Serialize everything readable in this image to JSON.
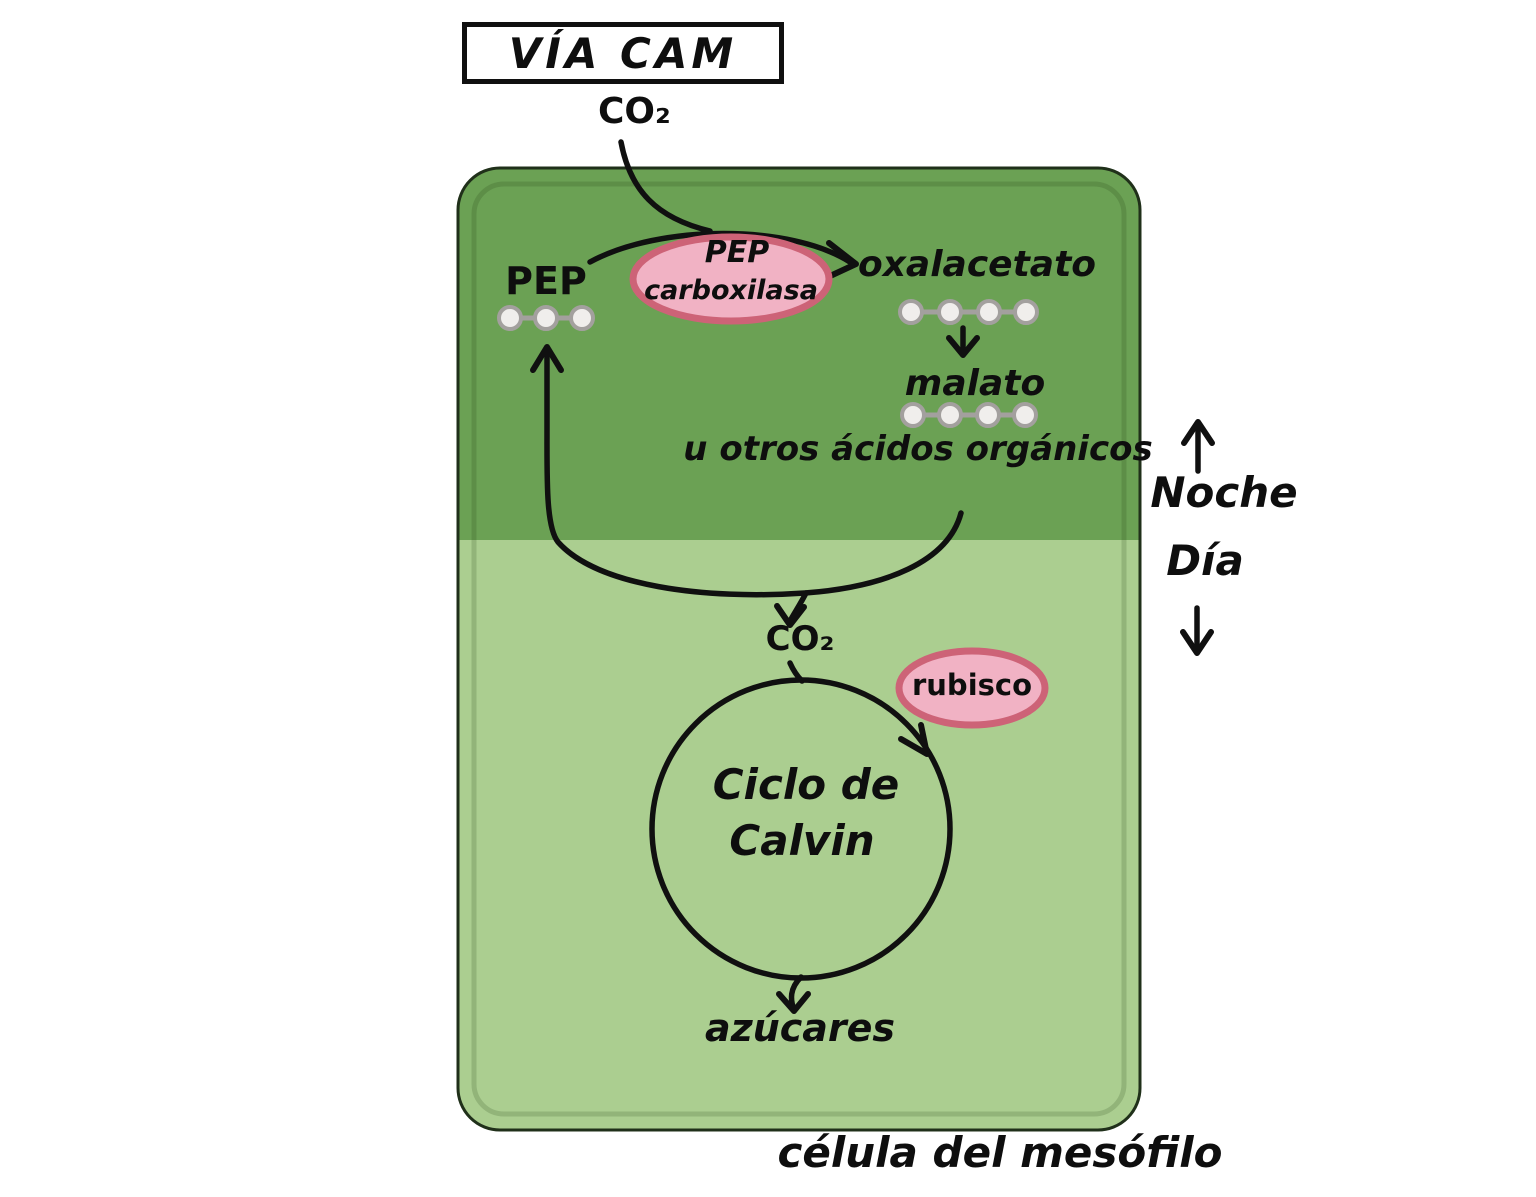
{
  "diagram": {
    "title": "VÍA CAM",
    "footer_label": "célula del mesófilo",
    "timeline": {
      "night": "Noche",
      "day": "Día"
    },
    "molecules": {
      "co2_external": "CO₂",
      "pep": "PEP",
      "oxaloacetate": "oxalacetato",
      "malate": "malato",
      "other_acids": "u otros ácidos orgánicos",
      "co2_internal": "CO₂",
      "sugars": "azúcares"
    },
    "enzymes": {
      "pep_carboxylase_line1": "PEP",
      "pep_carboxylase_line2": "carboxilasa",
      "rubisco": "rubisco"
    },
    "cycle": {
      "line1": "Ciclo de",
      "line2": "Calvin"
    },
    "carbon_bead_counts": {
      "pep": 3,
      "oxaloacetate": 4,
      "malate": 4
    },
    "colors": {
      "night_green": "#6ba154",
      "day_green": "#abce90",
      "enzyme_pink": "#f1b2c4",
      "enzyme_pink_border": "#cd6377",
      "bead_gray": "#a3a09e",
      "ink": "#101010"
    }
  }
}
